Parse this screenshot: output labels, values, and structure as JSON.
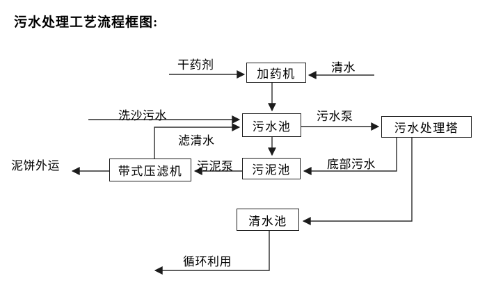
{
  "title": "污水处理工艺流程框图:",
  "nodes": {
    "dosing_machine": {
      "label": "加药机"
    },
    "sewage_pool": {
      "label": "污水池"
    },
    "treatment_tower": {
      "label": "污水处理塔"
    },
    "sludge_pool": {
      "label": "污泥池"
    },
    "belt_filter_press": {
      "label": "带式压滤机"
    },
    "clean_water_pool": {
      "label": "清水池"
    }
  },
  "edges": [
    {
      "id": "dry-chemical",
      "from": "external",
      "to": "dosing_machine",
      "label": "干药剂"
    },
    {
      "id": "clean-water-in",
      "from": "external",
      "to": "dosing_machine",
      "label": "清水"
    },
    {
      "id": "dosing-to-sewage-pool",
      "from": "dosing_machine",
      "to": "sewage_pool",
      "label": ""
    },
    {
      "id": "sand-washing-sewage",
      "from": "external",
      "to": "sewage_pool",
      "label": "洗沙污水"
    },
    {
      "id": "filtered-water",
      "from": "belt_filter_press",
      "to": "sewage_pool",
      "label": "滤清水"
    },
    {
      "id": "sewage-pump",
      "from": "sewage_pool",
      "to": "treatment_tower",
      "label": "污水泵"
    },
    {
      "id": "sewage-pool-to-sludge-pool",
      "from": "sewage_pool",
      "to": "sludge_pool",
      "label": ""
    },
    {
      "id": "bottom-sewage",
      "from": "treatment_tower",
      "to": "sludge_pool",
      "label": "底部污水"
    },
    {
      "id": "tower-to-clean-water-pool",
      "from": "treatment_tower",
      "to": "clean_water_pool",
      "label": ""
    },
    {
      "id": "sludge-pump",
      "from": "sludge_pool",
      "to": "belt_filter_press",
      "label": "污泥泵"
    },
    {
      "id": "mud-cake-out",
      "from": "belt_filter_press",
      "to": "external",
      "label": "泥饼外运"
    },
    {
      "id": "recycling",
      "from": "clean_water_pool",
      "to": "external",
      "label": "循环利用"
    }
  ],
  "colors": {
    "line": "#2b2b2b",
    "box_border": "#1c1c1c",
    "text": "#000000",
    "background": "#ffffff"
  }
}
